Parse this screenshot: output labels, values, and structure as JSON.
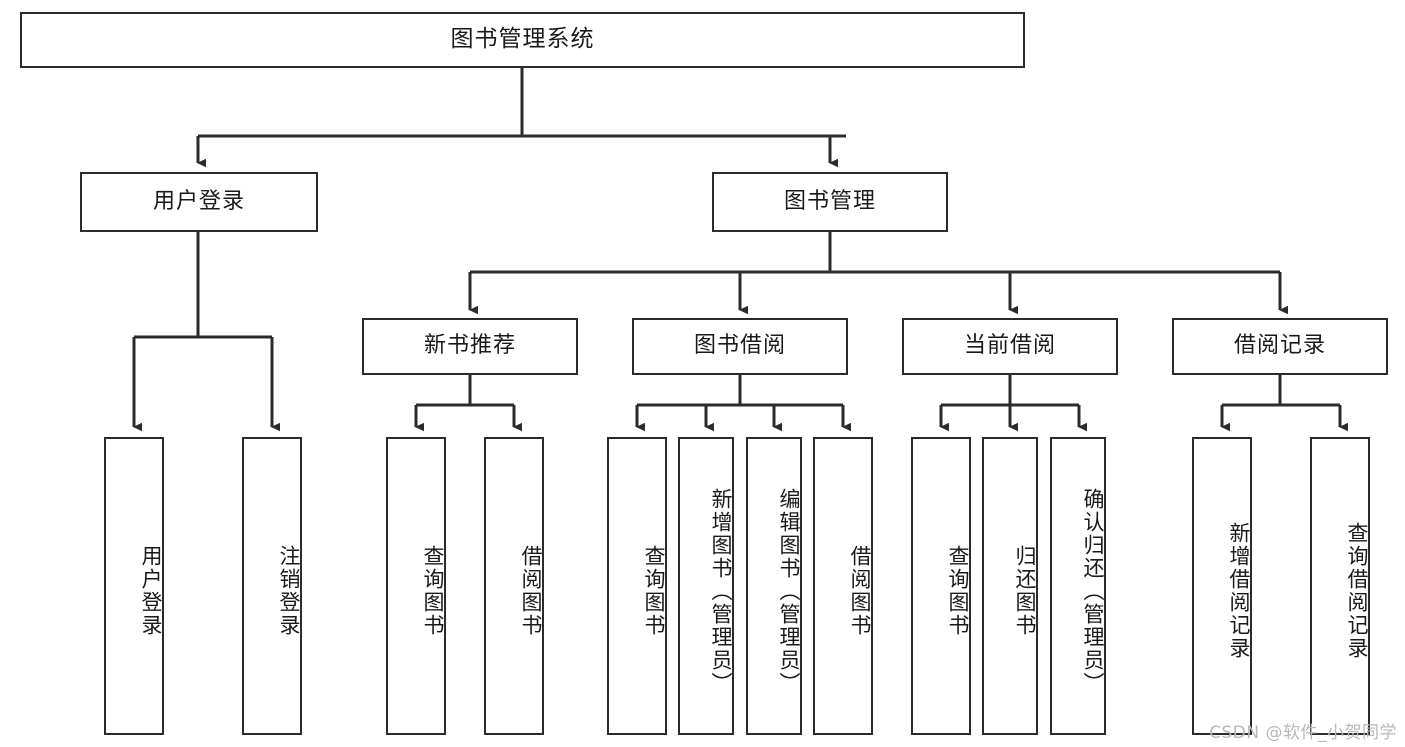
{
  "diagram": {
    "title": "图书管理系统",
    "type": "tree",
    "background_color": "#ffffff",
    "line_color": "#2b2b2b",
    "text_color": "#1a1a1a",
    "root": {
      "label": "图书管理系统"
    },
    "level2": [
      {
        "label": "用户登录"
      },
      {
        "label": "图书管理"
      }
    ],
    "level3": [
      {
        "label": "新书推荐"
      },
      {
        "label": "图书借阅"
      },
      {
        "label": "当前借阅"
      },
      {
        "label": "借阅记录"
      }
    ],
    "leaves": {
      "user_login": [
        {
          "label": "用户登录"
        },
        {
          "label": "注销登录"
        }
      ],
      "new_book_recommend": [
        {
          "label": "查询图书"
        },
        {
          "label": "借阅图书"
        }
      ],
      "book_borrow": [
        {
          "label": "查询图书"
        },
        {
          "label": "新增图书（管理员）"
        },
        {
          "label": "编辑图书（管理员）"
        },
        {
          "label": "借阅图书"
        }
      ],
      "current_borrow": [
        {
          "label": "查询图书"
        },
        {
          "label": "归还图书"
        },
        {
          "label": "确认归还（管理员）"
        }
      ],
      "borrow_record": [
        {
          "label": "新增借阅记录"
        },
        {
          "label": "查询借阅记录"
        }
      ]
    }
  },
  "watermark": {
    "text": "CSDN @软件_小贺同学",
    "color": "#b8b8b8"
  }
}
